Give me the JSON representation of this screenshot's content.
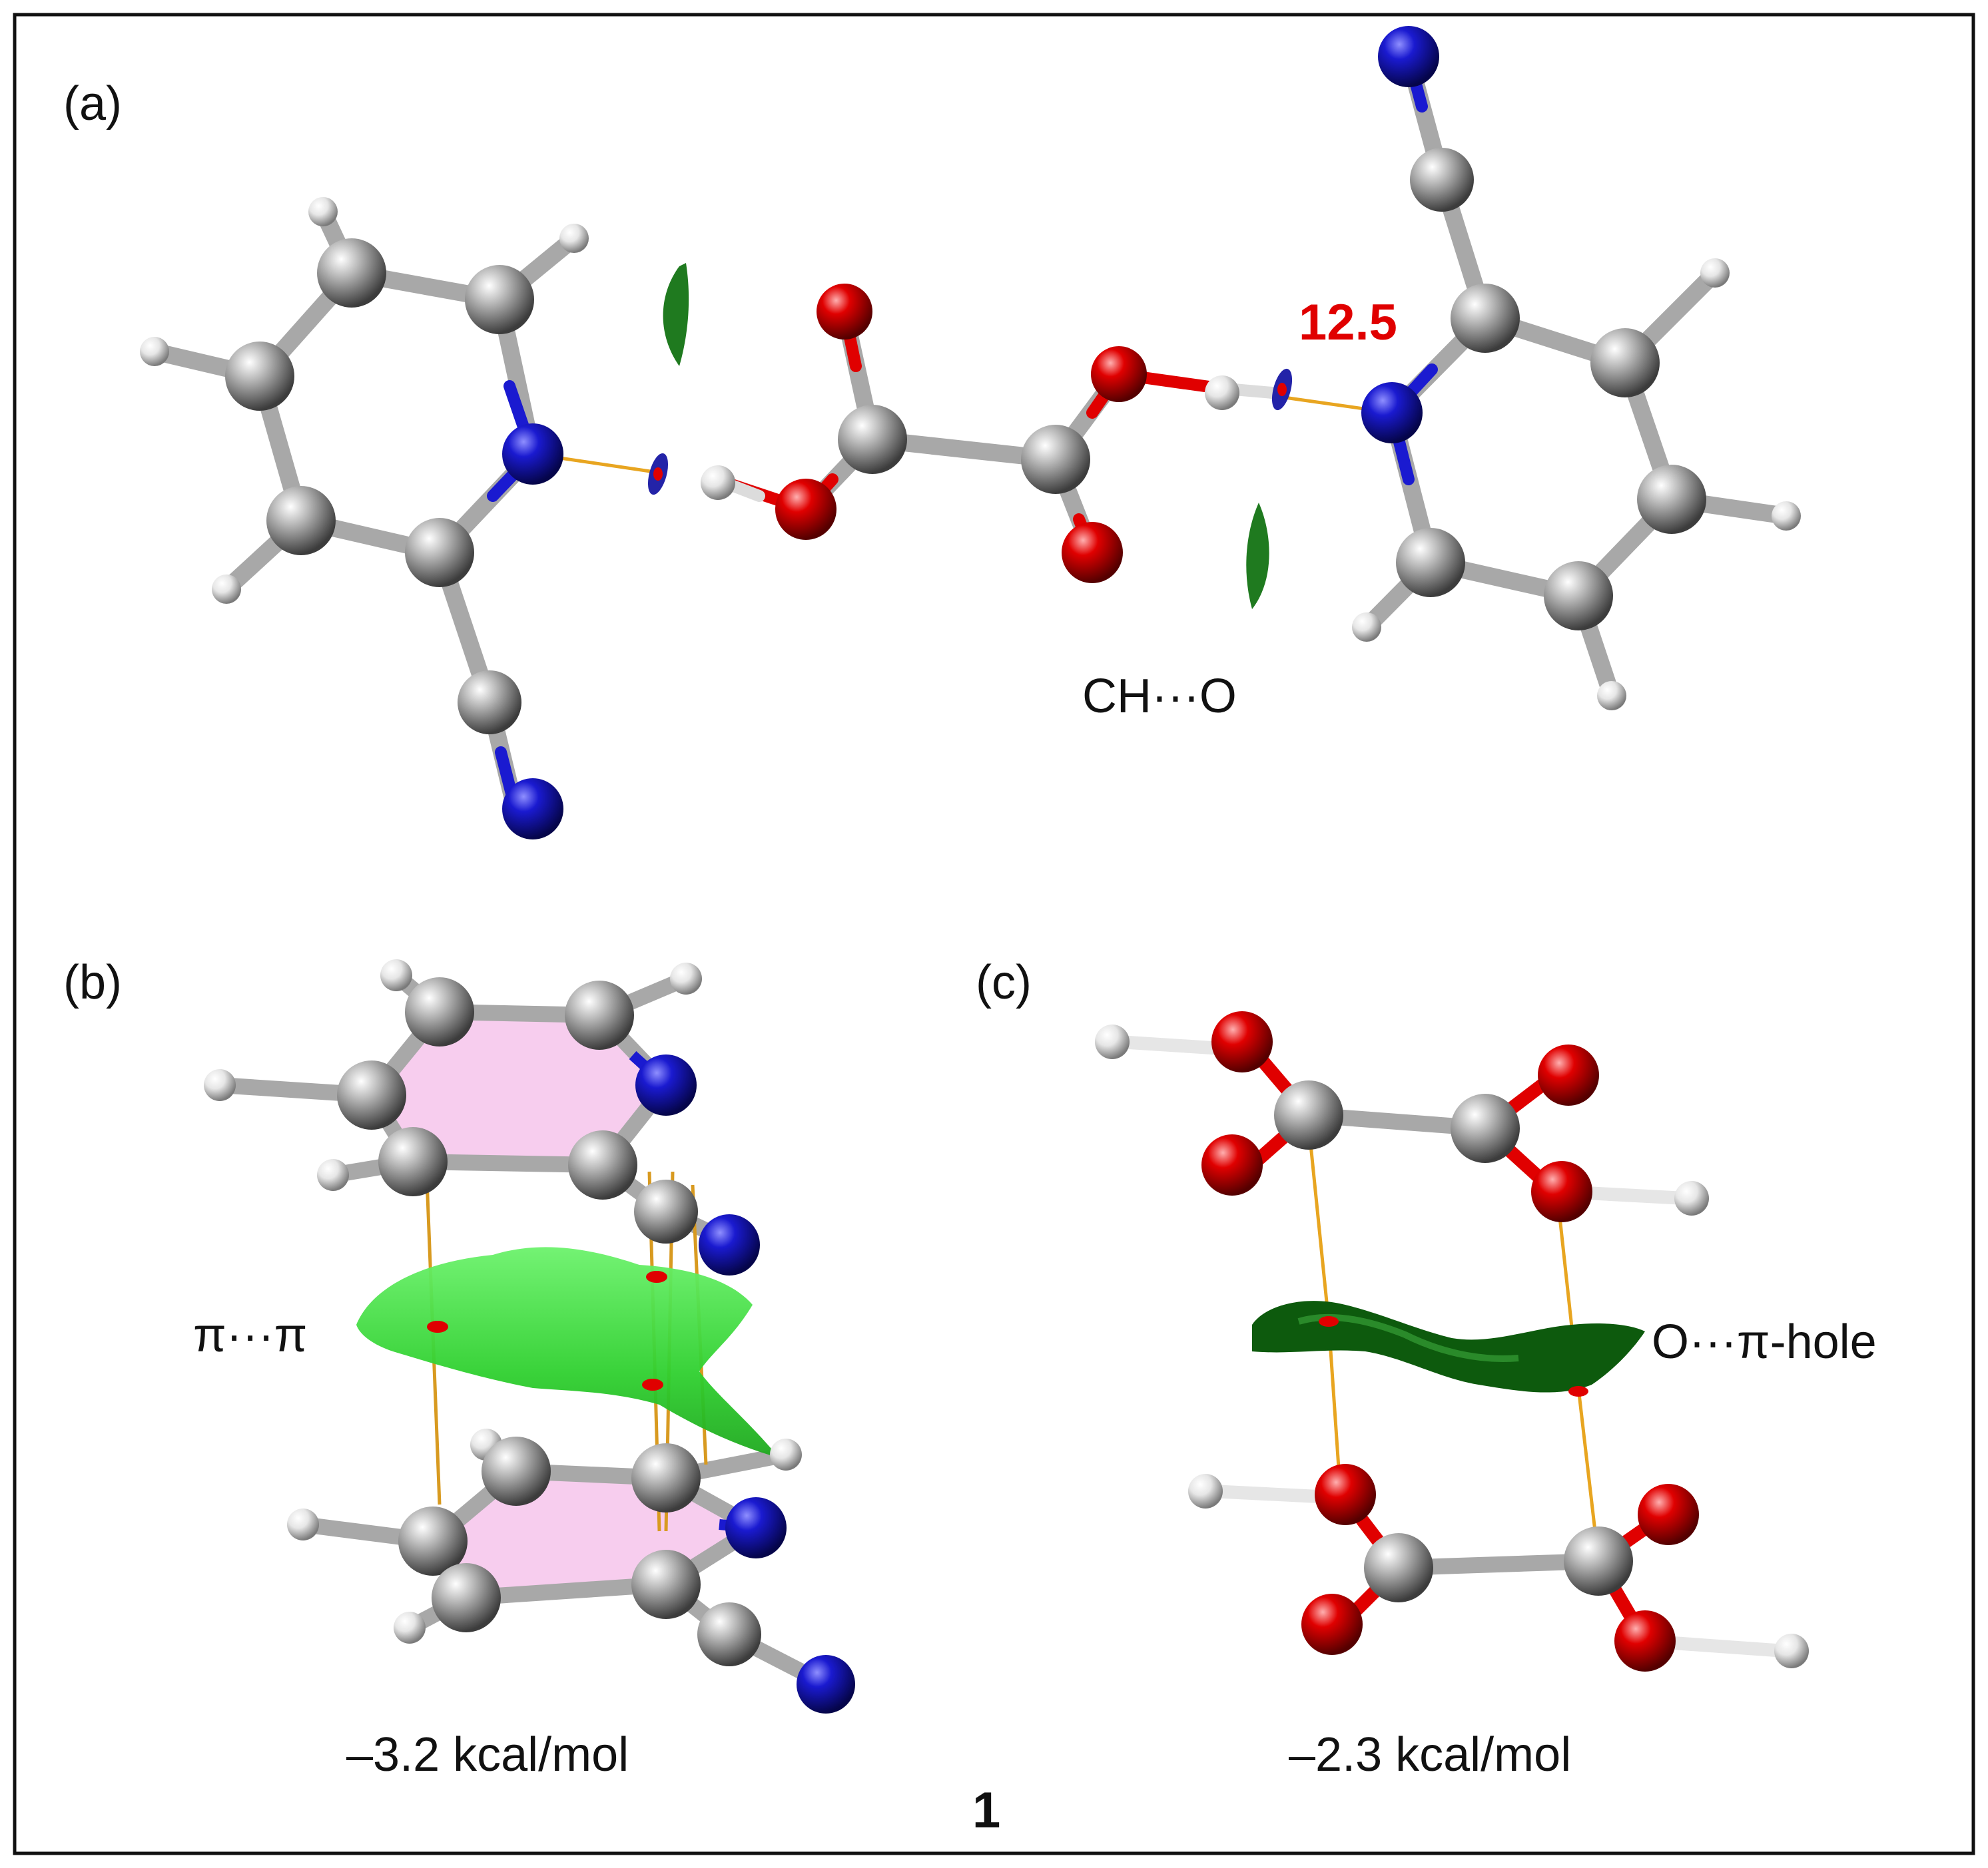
{
  "panels": {
    "a": {
      "tag": "(a)",
      "value_label": "12.5",
      "interaction_label": "CH···O"
    },
    "b": {
      "tag": "(b)",
      "interaction_label": "π···π",
      "energy_label": "–3.2 kcal/mol"
    },
    "c": {
      "tag": "(c)",
      "interaction_label": "O···π-hole",
      "energy_label": "–2.3 kcal/mol"
    }
  },
  "compound_number": "1",
  "colors": {
    "carbon": "#9a9a9a",
    "nitrogen": "#1a1ab8",
    "oxygen": "#e00000",
    "hydrogen": "#e6e6e6",
    "nci_surface_a": "#1f7a1f",
    "nci_surface_b": "#33dd33",
    "nci_surface_c": "#0d5a0d",
    "bond_path": "#e8a520",
    "ring_fill": "#f7cdee",
    "value_label": "#e00000"
  },
  "icons": [
    "molecule-a",
    "molecule-b",
    "molecule-c"
  ]
}
